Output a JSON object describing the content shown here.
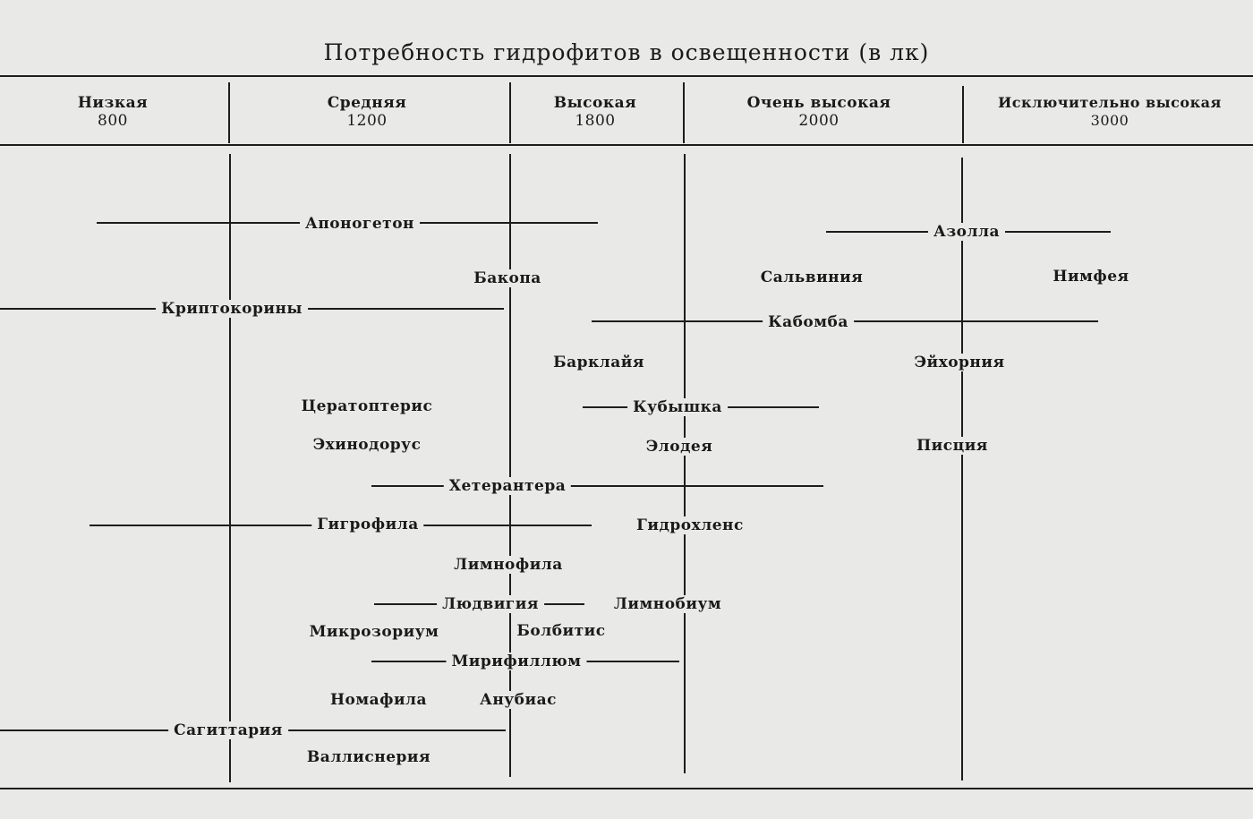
{
  "title": "Потребность гидрофитов в освещенности (в лк)",
  "columns": [
    {
      "name": "Низкая",
      "lux": "800"
    },
    {
      "name": "Средняя",
      "lux": "1200"
    },
    {
      "name": "Высокая",
      "lux": "1800"
    },
    {
      "name": "Очень высокая",
      "lux": "2000"
    },
    {
      "name": "Исключительно высокая",
      "lux": "3000"
    }
  ],
  "plants": [
    {
      "name": "Апоногетон"
    },
    {
      "name": "Азолла"
    },
    {
      "name": "Бакопа"
    },
    {
      "name": "Сальвиния"
    },
    {
      "name": "Нимфея"
    },
    {
      "name": "Криптокорины"
    },
    {
      "name": "Кабомба"
    },
    {
      "name": "Барклайя"
    },
    {
      "name": "Эйхорния"
    },
    {
      "name": "Цератоптерис"
    },
    {
      "name": "Кубышка"
    },
    {
      "name": "Эхинодорус"
    },
    {
      "name": "Элодея"
    },
    {
      "name": "Писция"
    },
    {
      "name": "Хетерантера"
    },
    {
      "name": "Гигрофила"
    },
    {
      "name": "Гидрохленс"
    },
    {
      "name": "Лимнофила"
    },
    {
      "name": "Людвигия"
    },
    {
      "name": "Лимнобиум"
    },
    {
      "name": "Микрозориум"
    },
    {
      "name": "Болбитис"
    },
    {
      "name": "Мирифиллюм"
    },
    {
      "name": "Номафила"
    },
    {
      "name": "Анубиас"
    },
    {
      "name": "Сагиттария"
    },
    {
      "name": "Валлиснерия"
    }
  ]
}
